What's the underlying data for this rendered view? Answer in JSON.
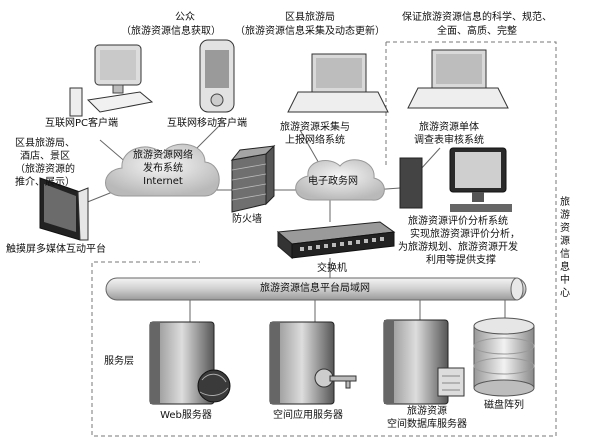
{
  "public": {
    "title": "公众",
    "subtitle": "（旅游资源信息获取）"
  },
  "bureau": {
    "title": "区县旅游局",
    "subtitle": "（旅游资源信息采集及动态更新）"
  },
  "quality": {
    "line1": "保证旅游资源信息的科学、规范、",
    "line2": "全面、高质、完整"
  },
  "pc_client": "互联网PC客户端",
  "mobile_client": "互联网移动客户端",
  "collect_system": {
    "line1": "旅游资源采集与",
    "line2": "上报网络系统"
  },
  "survey_system": {
    "line1": "旅游资源单体",
    "line2": "调查表审核系统"
  },
  "local_units": {
    "line1": "区县旅游局、",
    "line2": "酒店、景区",
    "line3": "（旅游资源的",
    "line4": "推介、展示）"
  },
  "touch_platform": "触摸屏多媒体互动平台",
  "internet_cloud": {
    "line1": "旅游资源网络",
    "line2": "发布系统",
    "line3": "Internet"
  },
  "firewall": "防火墙",
  "egov": "电子政务网",
  "eval_system": {
    "line1": "旅游资源评价分析系统",
    "line2": "实现旅游资源评价分析，",
    "line3": "为旅游规划、旅游资源开发",
    "line4": "利用等提供支撑"
  },
  "center": "旅游资源信息中心",
  "switch": "交换机",
  "lan": "旅游资源信息平台局域网",
  "service_layer": "服务层",
  "web_server": "Web服务器",
  "app_server": "空间应用服务器",
  "db_server": {
    "line1": "旅游资源",
    "line2": "空间数据库服务器"
  },
  "disk_array": "磁盘阵列"
}
